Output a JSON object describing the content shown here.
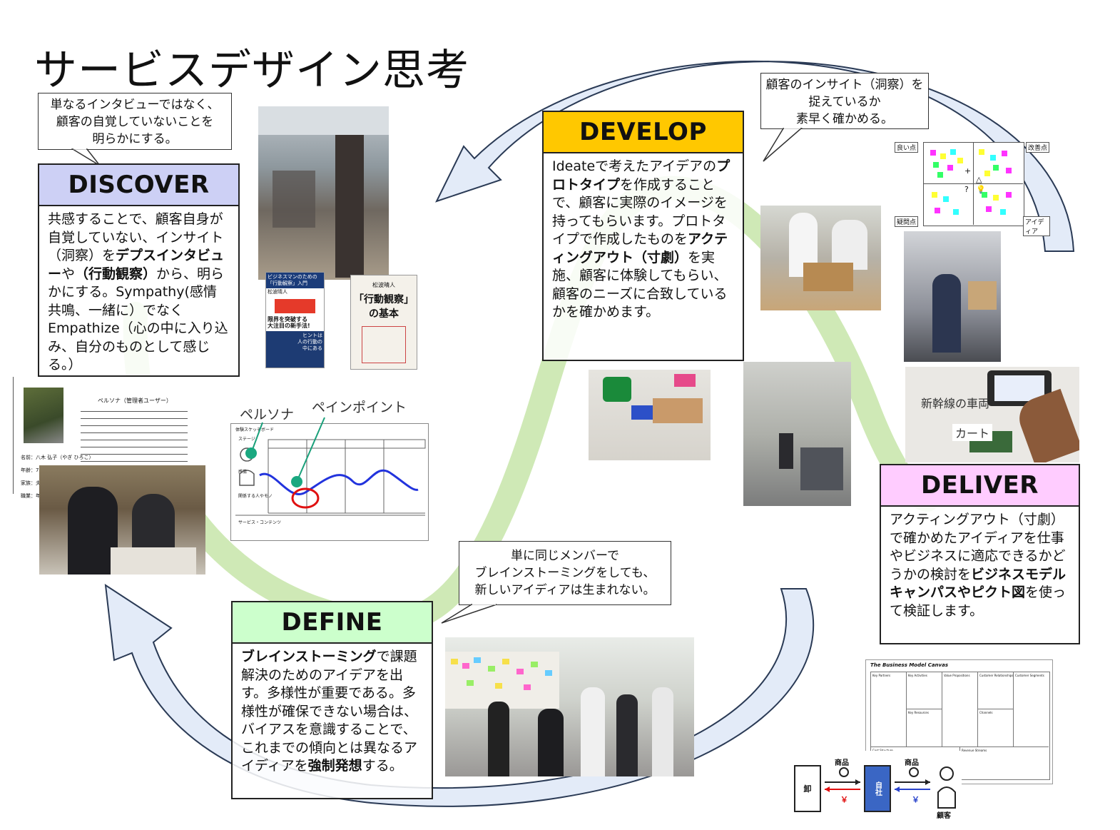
{
  "title": "サービスデザイン思考",
  "colors": {
    "discover": "#cdd0f5",
    "develop": "#ffc800",
    "deliver": "#ffccff",
    "define": "#ccffcc",
    "arrow_fill": "#e3ebf8",
    "arrow_stroke": "#2a3a55",
    "s_curve": "#a8d77a"
  },
  "discover": {
    "callout": [
      "単なるインタビューではなく、",
      "顧客の自覚していないことを",
      "明らかにする。"
    ],
    "header": "DISCOVER",
    "body": [
      {
        "t": "共感することで、顧客自身が自覚していない、インサイト（洞察）を",
        "b": false
      },
      {
        "t": "デプスインタビュー",
        "b": true
      },
      {
        "t": "や",
        "b": false
      },
      {
        "t": "（行動観察）",
        "b": true
      },
      {
        "t": "から、明らかにする。Sympathy(感情共鳴、一緒に）でなくEmpathize（心の中に入り込み、自分のものとして感じる。）",
        "b": false
      }
    ]
  },
  "develop": {
    "callout": [
      "顧客のインサイト（洞察）を",
      "捉えているか",
      "素早く確かめる。"
    ],
    "header": "DEVELOP",
    "body": [
      {
        "t": "Ideateで考えたアイデアの",
        "b": false
      },
      {
        "t": "プロトタイプ",
        "b": true
      },
      {
        "t": "を作成することで、顧客に実際のイメージを持ってもらいます。プロトタイプで作成したものを",
        "b": false
      },
      {
        "t": "アクティングアウト（寸劇）",
        "b": true
      },
      {
        "t": "を実施、顧客に体験してもらい、顧客のニーズに合致しているかを確かめます。",
        "b": false
      }
    ]
  },
  "deliver": {
    "header": "DELIVER",
    "body": [
      {
        "t": "アクティングアウト（寸劇）で確かめたアイディアを仕事やビジネスに適応できるかどうかの検討を",
        "b": false
      },
      {
        "t": "ビジネスモデルキャンパスやピクト図",
        "b": true
      },
      {
        "t": "を使って検証します。",
        "b": false
      }
    ],
    "photo_labels": [
      "新幹線の車両",
      "カート"
    ]
  },
  "define": {
    "callout": [
      "単に同じメンバーで",
      "ブレインストーミングをしても、",
      "新しいアイディアは生まれない。"
    ],
    "header": "DEFINE",
    "body": [
      {
        "t": "ブレインストーミング",
        "b": true
      },
      {
        "t": "で課題解決のためのアイデアを出す。多様性が重要である。多様性が確保できない場合は、バイアスを意識することで、これまでの傾向とは異なるアイディアを",
        "b": false
      },
      {
        "t": "強制発想",
        "b": true
      },
      {
        "t": "する。",
        "b": false
      }
    ]
  },
  "books": {
    "book1": {
      "line1": "ビジネスマンのための",
      "line2": "「行動観察」入門",
      "author": "松波晴人",
      "tag1": "限界を突破する",
      "tag2": "大注目の新手法!",
      "tag3": "ヒントは",
      "tag4": "人の行動の",
      "tag5": "中にある"
    },
    "book2": {
      "author": "松波晴人",
      "title1": "「行動観察」",
      "title2": "の基本"
    }
  },
  "persona_sheet": {
    "title": "ペルソナ（管理者ユーザー）",
    "fields": [
      "名前：八木 弘子（やぎ ひろこ）",
      "年齢：70歳",
      "家族：夫と二人",
      "職業：年金"
    ]
  },
  "journey": {
    "label_persona": "ペルソナ",
    "label_painpoint": "ペインポイント",
    "board_title": "体験スケッチボード",
    "row_labels": [
      "ステージ",
      "感情",
      "関係する人やモノ",
      "サービス・コンテンツ"
    ]
  },
  "board": {
    "labels": [
      "良い点",
      "改善点",
      "疑問点",
      "アイディア"
    ],
    "symbols": [
      "+",
      "△",
      "?",
      "💡"
    ]
  },
  "bmc": {
    "title": "The Business Model Canvas",
    "cells": [
      "Key Partners",
      "Key Activities",
      "Value Propositions",
      "Customer Relationships",
      "Customer Segments",
      "Key Resources",
      "Channels",
      "Cost Structure",
      "Revenue Streams"
    ]
  },
  "pict": {
    "wholesale": "卸",
    "company": "自社",
    "customer": "顧客",
    "product": "商品",
    "yen": "￥"
  }
}
